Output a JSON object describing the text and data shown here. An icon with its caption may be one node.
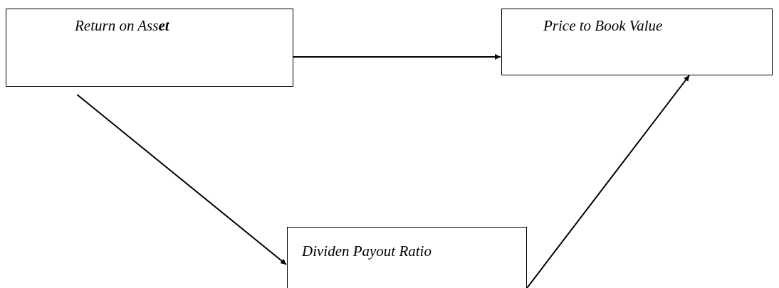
{
  "diagram": {
    "nodes": [
      {
        "text": [
          "Return on Ass**et**"
        ]
      },
      {
        "text": [
          "Price to Book Value"
        ]
      },
      {
        "text": [
          "Dividen Payout Ratio"
        ]
      }
    ],
    "edges": [
      {
        "from": 0,
        "to": 1,
        "arrow": "to"
      },
      {
        "from": 0,
        "to": 2,
        "arrow": "to"
      },
      {
        "from": 2,
        "to": 1,
        "arrow": "to"
      }
    ]
  }
}
